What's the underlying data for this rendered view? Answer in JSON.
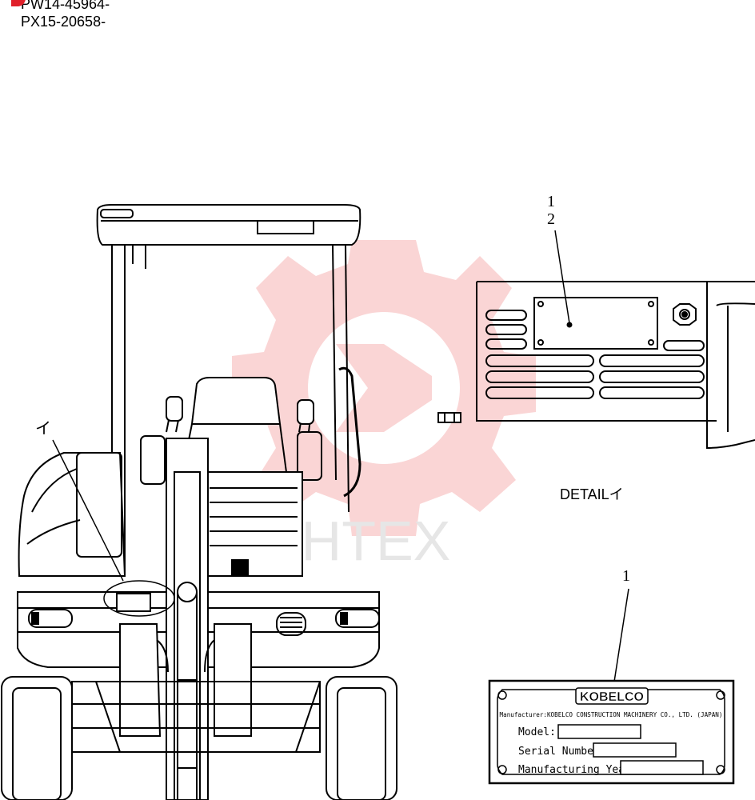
{
  "header": {
    "serial_1": "PW14-45964-",
    "serial_2": "PX15-20658-"
  },
  "callouts": {
    "detail_top_1": "1",
    "detail_top_2": "2",
    "plate": "1",
    "machine_marker": "イ"
  },
  "detail": {
    "label": "DETAILイ"
  },
  "watermark": {
    "text": "HTEX"
  },
  "plate": {
    "brand": "KOBELCO",
    "manufacturer": "Manufacturer:KOBELCO CONSTRUCTION MACHINERY CO., LTD. (JAPAN)",
    "model_label": "Model:",
    "serial_label": "Serial Number:",
    "year_label": "Manufacturing Year:"
  },
  "colors": {
    "watermark_red": "#f4b0b0",
    "accent_red": "#e0202a"
  }
}
